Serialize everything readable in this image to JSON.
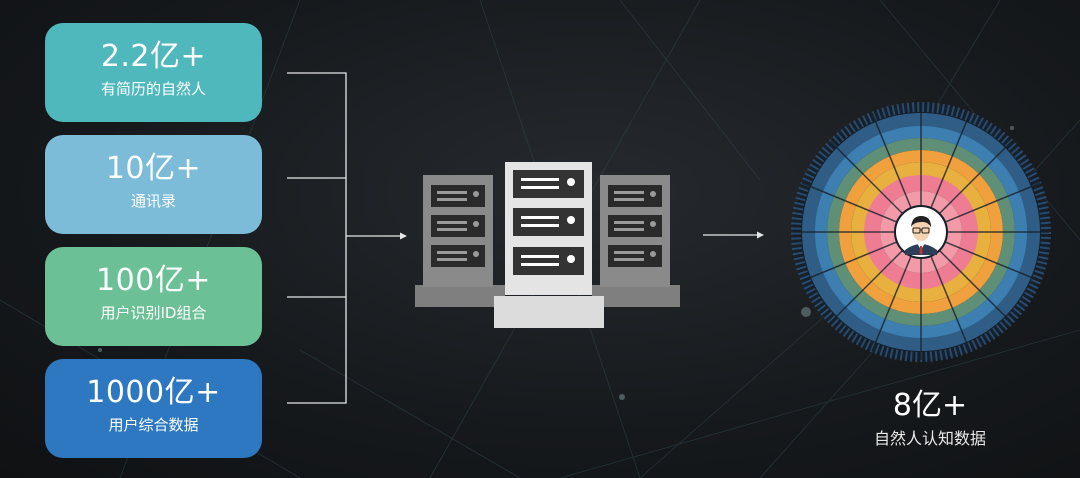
{
  "colors": {
    "card_teal": "#4fb8bd",
    "card_light_blue": "#7cbcd8",
    "card_green": "#6cc096",
    "card_blue": "#2d78c0",
    "line": "#e6e6e6",
    "server_light": "#e4e4e4",
    "server_dark": "#8a8a8a",
    "ring_outer": "#223a52",
    "ring_blue": "#3a78a8",
    "ring_green": "#5f8f77",
    "ring_orange": "#f0a03c",
    "ring_pink": "#ee7c92"
  },
  "sources": [
    {
      "value": "2.2亿+",
      "label": "有简历的自然人",
      "color": "#4fb8bd"
    },
    {
      "value": "10亿+",
      "label": "通讯录",
      "color": "#7cbcd8"
    },
    {
      "value": "100亿+",
      "label": "用户识别ID组合",
      "color": "#6cc096"
    },
    {
      "value": "1000亿+",
      "label": "用户综合数据",
      "color": "#2d78c0"
    }
  ],
  "icons": {
    "server": "server-rack-icon",
    "persona": "person-avatar-icon"
  },
  "result": {
    "value": "8亿+",
    "label": "自然人认知数据"
  }
}
